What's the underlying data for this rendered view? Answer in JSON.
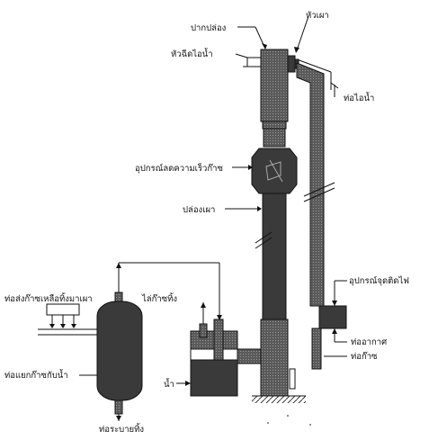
{
  "colors": {
    "ink": "#111111",
    "metal_dark": "#3a3a3a",
    "metal_light": "#8a8a8a",
    "background": "#ffffff"
  },
  "labels": {
    "stack_mouth": "ปากปล่อง",
    "burner_tip": "หัวเผา",
    "steam_nozzle": "หัวฉีดไอน้ำ",
    "steam_pipe": "ท่อไอน้ำ",
    "velocity_reducer": "อุปกรณ์ลดความเร็วก๊าซ",
    "flare_stack": "ปล่องเผา",
    "igniter": "อุปกรณ์จุดติดไฟ",
    "waste_gas_pipe": "ท่อส่งก๊าซเหลือทิ้งมาเผา",
    "gas_purge": "ไล่ก๊าซทิ้ง",
    "air_pipe": "ท่ออากาศ",
    "gas_pipe": "ท่อก๊าซ",
    "knockout_drum": "ท่อแยกก๊าซกับน้ำ",
    "water": "น้ำ",
    "drain_pipe": "ท่อระบายทิ้ง"
  }
}
